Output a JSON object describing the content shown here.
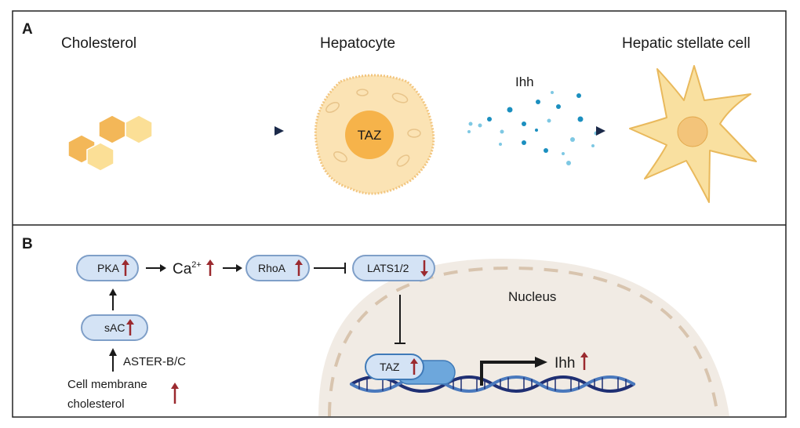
{
  "panel_a": {
    "letter": "A",
    "cholesterol_label": "Cholesterol",
    "hepatocyte_label": "Hepatocyte",
    "hsc_label": "Hepatic stellate cell",
    "taz_label": "TAZ",
    "ligand_label": "Ihh"
  },
  "panel_b": {
    "letter": "B",
    "pka": "PKA",
    "ca_base": "Ca",
    "ca_sup": "2+",
    "rhoa": "RhoA",
    "lats": "LATS1/2",
    "sac": "sAC",
    "aster": "ASTER-B/C",
    "membrane_line1": "Cell membrane",
    "membrane_line2": "cholesterol",
    "nucleus": "Nucleus",
    "taz": "TAZ",
    "ihh": "Ihh"
  },
  "colors": {
    "frame": "#222222",
    "hex_dark": "#f3b758",
    "hex_light": "#fbdf96",
    "hepatocyte_fill": "#fbe3b4",
    "taz_nucleus": "#f6b34a",
    "stellate_fill": "#f9e0a0",
    "node_fill": "#d4e3f5",
    "node_stroke": "#7f9fc8",
    "up_arrow": "#9b2a2f",
    "nucleus_fill": "#f1ebe4",
    "dna_dark": "#1f2f73",
    "dna_light": "#4a79bd",
    "dot_dark": "#1b8fbf",
    "dot_light": "#7ec8e3"
  },
  "icons": [
    "cholesterol-hexagon-icon",
    "hepatocyte-cell-icon",
    "stellate-cell-icon",
    "dna-helix-icon",
    "up-arrow-icon",
    "down-arrow-icon",
    "inhibition-icon"
  ]
}
